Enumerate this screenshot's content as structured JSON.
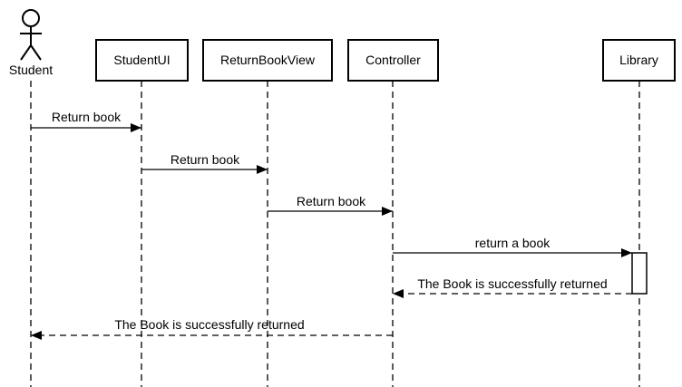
{
  "diagram": {
    "actor": {
      "label": "Student"
    },
    "participants": [
      {
        "id": "studentui",
        "label": "StudentUI"
      },
      {
        "id": "returnbookview",
        "label": "ReturnBookView"
      },
      {
        "id": "controller",
        "label": "Controller"
      },
      {
        "id": "library",
        "label": "Library"
      }
    ],
    "messages": [
      {
        "from": "Student",
        "to": "StudentUI",
        "label": "Return book",
        "style": "solid"
      },
      {
        "from": "StudentUI",
        "to": "ReturnBookView",
        "label": "Return book",
        "style": "solid"
      },
      {
        "from": "ReturnBookView",
        "to": "Controller",
        "label": "Return book",
        "style": "solid"
      },
      {
        "from": "Controller",
        "to": "Library",
        "label": "return a book",
        "style": "solid"
      },
      {
        "from": "Library",
        "to": "Controller",
        "label": "The Book is successfully returned",
        "style": "dashed"
      },
      {
        "from": "Controller",
        "to": "Student",
        "label": "The Book is successfully returned",
        "style": "dashed"
      }
    ],
    "colors": {
      "stroke": "#000000",
      "background": "#ffffff"
    }
  }
}
